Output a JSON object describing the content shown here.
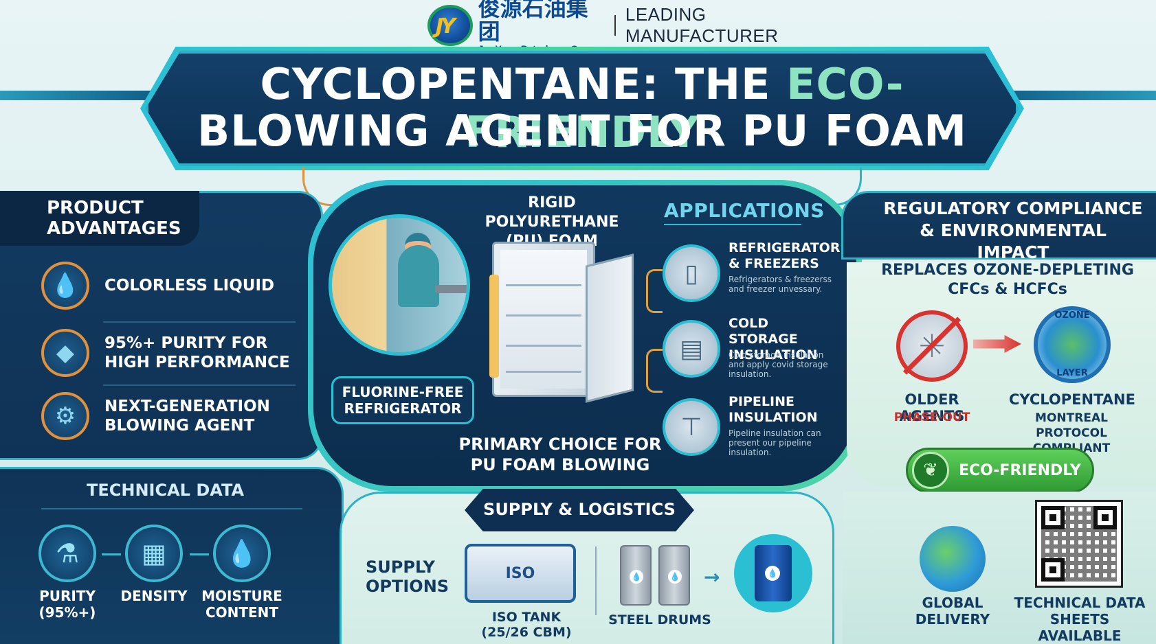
{
  "header": {
    "logo_mark": "JY",
    "company_cn": "俊源石油集团",
    "company_en": "JunYuan Petroleum Group",
    "tagline": "LEADING MANUFACTURER"
  },
  "title": {
    "line1_a": "CYCLOPENTANE: THE ",
    "line1_b": "ECO-FRIENDLY",
    "line2": "BLOWING AGENT FOR PU FOAM"
  },
  "advantages": {
    "heading_l1": "PRODUCT",
    "heading_l2": "ADVANTAGES",
    "items": [
      {
        "label": "COLORLESS LIQUID",
        "icon": "droplet-icon"
      },
      {
        "label_l1": "95%+ PURITY FOR",
        "label_l2": "HIGH PERFORMANCE",
        "icon": "diamond-icon"
      },
      {
        "label_l1": "NEXT-GENERATION",
        "label_l2": "BLOWING AGENT",
        "icon": "gear-icon"
      }
    ]
  },
  "technical": {
    "heading": "TECHNICAL DATA",
    "items": [
      {
        "l1": "PURITY",
        "l2": "(95%+)",
        "icon": "flask-icon"
      },
      {
        "l1": "DENSITY",
        "l2": "",
        "icon": "cube-icon"
      },
      {
        "l1": "MOISTURE",
        "l2": "CONTENT",
        "icon": "droplet-icon"
      }
    ]
  },
  "center": {
    "pu_title_l1": "RIGID POLYURETHANE",
    "pu_title_l2": "(PU) FOAM",
    "fluorine_l1": "FLUORINE-FREE",
    "fluorine_l2": "REFRIGERATOR",
    "primary_l1": "PRIMARY CHOICE FOR",
    "primary_l2": "PU FOAM BLOWING"
  },
  "applications": {
    "heading": "APPLICATIONS",
    "items": [
      {
        "h1": "REFRIGERATORS",
        "h2": "& FREEZERS",
        "d1": "Refrigerators & freezerss",
        "d2": "and freezer unvessary.",
        "icon": "fridge-icon"
      },
      {
        "h1": "COLD STORAGE",
        "h2": "INSULATION",
        "d1": "Cold storage insulation",
        "d2": "and apply covid storage",
        "d3": "insulation.",
        "icon": "cold-storage-icon"
      },
      {
        "h1": "PIPELINE",
        "h2": "INSULATION",
        "d1": "Pipeline insulation can",
        "d2": "present our pipeline",
        "d3": "insulation.",
        "icon": "pipe-icon"
      }
    ]
  },
  "regulatory": {
    "heading_l1": "REGULATORY COMPLIANCE",
    "heading_l2": "& ENVIRONMENTAL IMPACT",
    "replaces_l1": "REPLACES OZONE-DEPLETING",
    "replaces_l2": "CFCs & HCFCs",
    "ozone_top": "OZONE",
    "ozone_bottom": "LAYER",
    "older": "OLDER AGENTS",
    "phase_out": "PHASE-OUT",
    "cyclo": "CYCLOPENTANE",
    "montreal_l1": "MONTREAL PROTOCOL",
    "montreal_l2": "COMPLIANT",
    "eco": "ECO-FRIENDLY"
  },
  "supply": {
    "heading": "SUPPLY & LOGISTICS",
    "options_l1": "SUPPLY",
    "options_l2": "OPTIONS",
    "iso_badge": "ISO",
    "iso_l1": "ISO TANK",
    "iso_l2": "(25/26 CBM)",
    "drums": "STEEL DRUMS",
    "arrow": "→"
  },
  "bottom_right": {
    "global_l1": "GLOBAL",
    "global_l2": "DELIVERY",
    "tds_l1": "TECHNICAL DATA",
    "tds_l2": "SHEETS AVAILABLE"
  },
  "colors": {
    "navy": "#0f3356",
    "teal": "#2cb3c6",
    "accent_green": "#8fe3c0",
    "orange": "#e0913e",
    "warning_red": "#d8332f",
    "eco_green": "#3fb544"
  }
}
